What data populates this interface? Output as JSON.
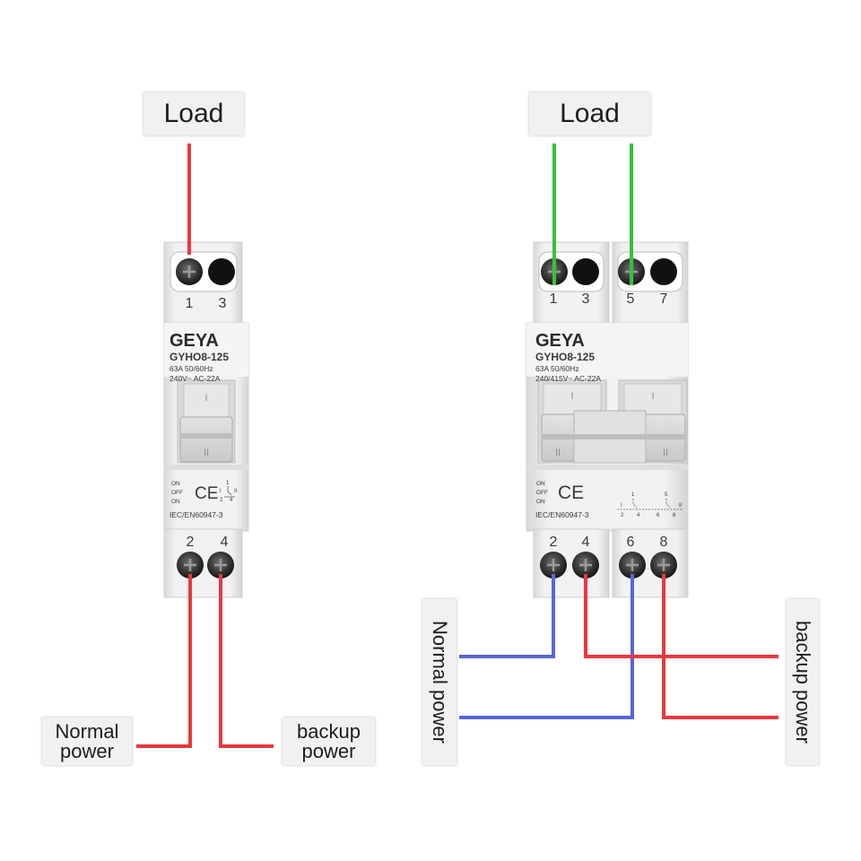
{
  "labels": {
    "load_left": "Load",
    "load_right": "Load",
    "normal_left": "Normal\npower",
    "backup_left": "backup\npower",
    "normal_right": "Normal power",
    "backup_right": "backup power"
  },
  "switch_left": {
    "brand": "GEYA",
    "model": "GYHO8-125",
    "rating1": "63A  50/60Hz",
    "rating2": "240V~   AC-22A",
    "on_top": "ON",
    "off": "OFF",
    "on_bottom": "ON",
    "ce": "CE",
    "handle_top": "I",
    "handle_bottom": "II",
    "standard": "IEC/EN60947-3",
    "top_terminals": [
      "1",
      "3"
    ],
    "bottom_terminals": [
      "2",
      "4"
    ],
    "schem": {
      "t1": "1",
      "t2": "2",
      "t4": "4",
      "p1": "I",
      "p2": "II"
    }
  },
  "switch_right": {
    "brand": "GEYA",
    "model": "GYHO8-125",
    "rating1": "63A  50/60Hz",
    "rating2": "240/415V~   AC-22A",
    "on_top": "ON",
    "off": "OFF",
    "on_bottom": "ON",
    "ce": "CE",
    "handle_top": "I",
    "handle_bottom": "II",
    "standard": "IEC/EN60947-3",
    "top_terminals": [
      "1",
      "3",
      "5",
      "7"
    ],
    "bottom_terminals": [
      "2",
      "4",
      "6",
      "8"
    ],
    "schem": {
      "t1": "1",
      "t5": "5",
      "t2": "2",
      "t4": "4",
      "t6": "6",
      "t8": "8",
      "p1": "I",
      "p2": "II"
    }
  },
  "colors": {
    "wire_red": "#e8393f",
    "wire_blue": "#5767d6",
    "wire_green": "#35c23a",
    "body_white": "#ebebeb"
  }
}
